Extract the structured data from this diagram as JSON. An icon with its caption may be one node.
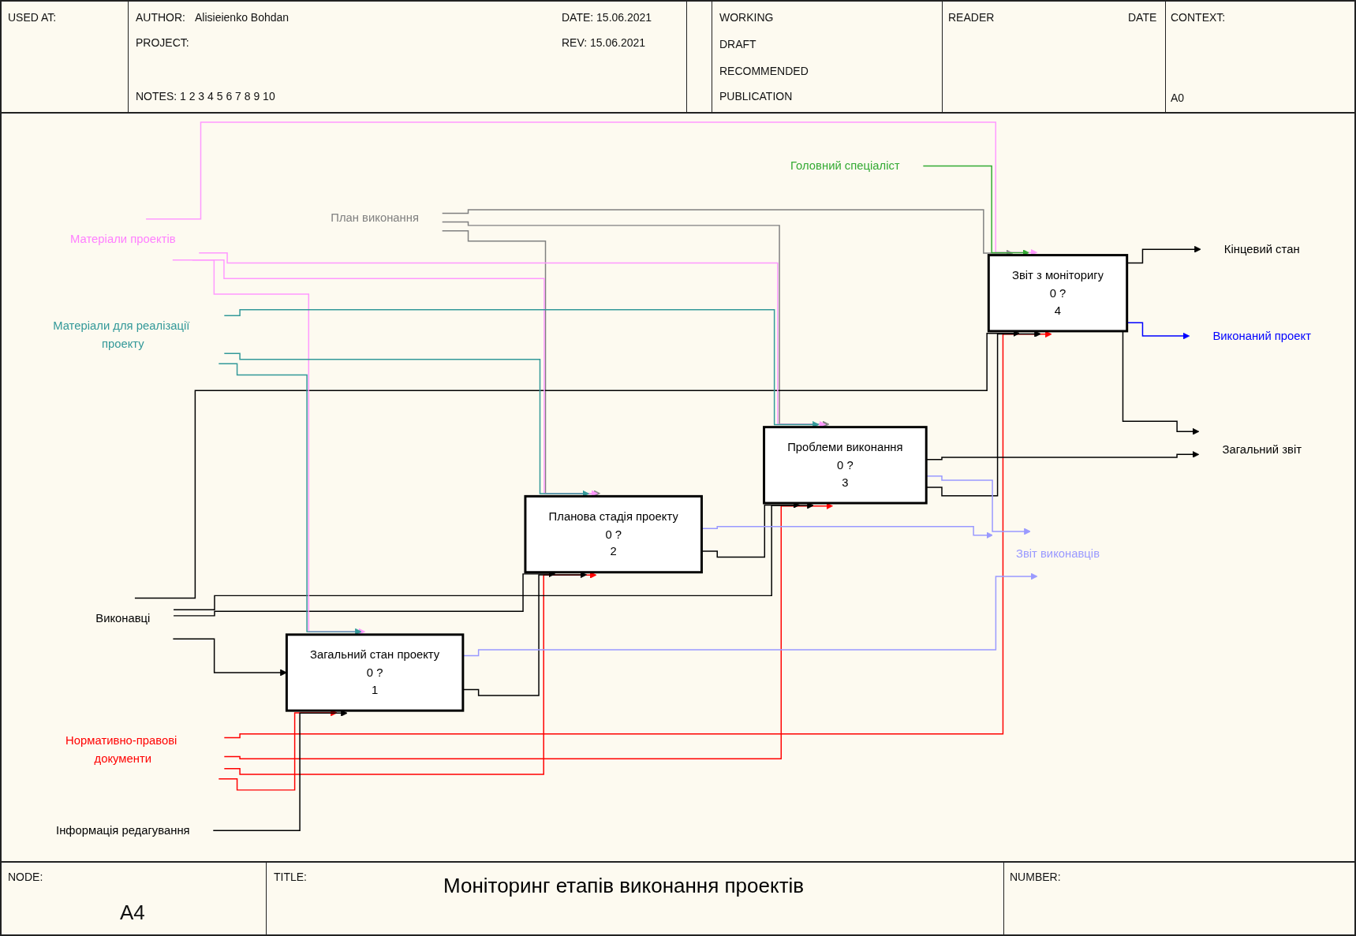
{
  "diagram": {
    "title": "Моніторинг етапів  виконання проектів",
    "nodes": [
      {
        "text": [
          "Загальний стан проекту",
          "0 ?",
          "1"
        ]
      },
      {
        "text": [
          "Планова стадія проекту",
          "0 ?",
          "2"
        ]
      },
      {
        "text": [
          "Проблеми виконання",
          "0 ?",
          "3"
        ]
      },
      {
        "text": [
          "Звіт з моніторигу",
          "0 ?",
          "4"
        ]
      },
      {
        "text": [
          "Нормативно-правові документи"
        ]
      },
      {
        "text": [
          "План виконання"
        ]
      },
      {
        "text": [
          "Інформація редагування"
        ]
      },
      {
        "text": [
          "Виконавці"
        ]
      },
      {
        "text": [
          "Матеріали проектів"
        ]
      },
      {
        "text": [
          "Матеріали для реалізації проекту"
        ]
      },
      {
        "text": [
          "Головний спеціаліст"
        ]
      },
      {
        "text": [
          "Звіт виконавців"
        ]
      },
      {
        "text": [
          "Загальний звіт"
        ]
      },
      {
        "text": [
          "Виконаний проект"
        ]
      },
      {
        "text": [
          "Кінцевий стан"
        ]
      }
    ],
    "edges": [
      {
        "from": 4,
        "to": 0,
        "arrow": "to",
        "color": "#ff0000"
      },
      {
        "from": 4,
        "to": 1,
        "arrow": "to",
        "color": "#ff0000"
      },
      {
        "from": 4,
        "to": 2,
        "arrow": "to",
        "color": "#ff0000"
      },
      {
        "from": 4,
        "to": 3,
        "arrow": "to",
        "color": "#ff0000"
      },
      {
        "from": 5,
        "to": 1,
        "arrow": "to",
        "color": "#808080"
      },
      {
        "from": 5,
        "to": 2,
        "arrow": "to",
        "color": "#808080"
      },
      {
        "from": 5,
        "to": 3,
        "arrow": "to",
        "color": "#808080"
      },
      {
        "from": 6,
        "to": 0,
        "arrow": "to"
      },
      {
        "from": 7,
        "to": 0,
        "arrow": "to"
      },
      {
        "from": 7,
        "to": 1,
        "arrow": "to"
      },
      {
        "from": 7,
        "to": 2,
        "arrow": "to"
      },
      {
        "from": 7,
        "to": 3,
        "arrow": "to"
      },
      {
        "from": 0,
        "to": 1,
        "arrow": "to"
      },
      {
        "from": 1,
        "to": 2,
        "arrow": "to"
      },
      {
        "from": 2,
        "to": 3,
        "arrow": "to"
      },
      {
        "from": 8,
        "to": 0,
        "arrow": "to",
        "color": "#ff99ff"
      },
      {
        "from": 8,
        "to": 1,
        "arrow": "to",
        "color": "#ff99ff"
      },
      {
        "from": 8,
        "to": 2,
        "arrow": "to",
        "color": "#ff99ff"
      },
      {
        "from": 8,
        "to": 3,
        "arrow": "to",
        "color": "#ff99ff"
      },
      {
        "from": 9,
        "to": 0,
        "arrow": "to",
        "color": "#339999"
      },
      {
        "from": 9,
        "to": 1,
        "arrow": "to",
        "color": "#339999"
      },
      {
        "from": 9,
        "to": 2,
        "arrow": "to",
        "color": "#339999"
      },
      {
        "from": 10,
        "to": 3,
        "arrow": "to",
        "color": "#33aa33"
      },
      {
        "from": 0,
        "to": 11,
        "arrow": "to",
        "color": "#9999ff"
      },
      {
        "from": 1,
        "to": 11,
        "arrow": "to",
        "color": "#9999ff"
      },
      {
        "from": 2,
        "to": 11,
        "arrow": "to",
        "color": "#9999ff"
      },
      {
        "from": 2,
        "to": 12,
        "arrow": "to"
      },
      {
        "from": 3,
        "to": 12,
        "arrow": "to"
      },
      {
        "from": 3,
        "to": 13,
        "arrow": "to",
        "color": "#0000ff"
      },
      {
        "from": 3,
        "to": 14,
        "arrow": "to"
      }
    ],
    "labels": [
      "USED AT:",
      "AUTHOR:",
      "Alisieienko Bohdan",
      "DATE: 15.06.2021",
      "PROJECT:",
      "REV: 15.06.2021",
      "NOTES: 1 2 3 4 5 6 7 8 9 10",
      "WORKING",
      "DRAFT",
      "RECOMMENDED",
      "PUBLICATION",
      "READER",
      "DATE",
      "CONTEXT:",
      "A0",
      "NODE:",
      "A4",
      "TITLE:",
      "NUMBER:"
    ]
  }
}
